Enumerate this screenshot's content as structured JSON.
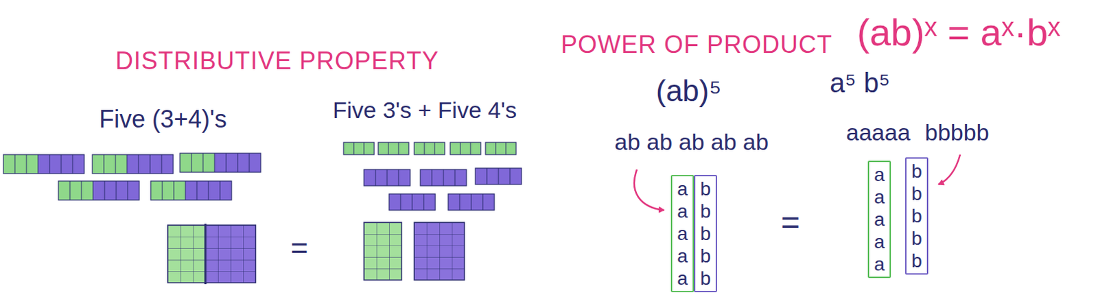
{
  "diagram": {
    "nodes": [
      {
        "text": [
          "a a a a a"
        ]
      },
      {
        "text": [
          "b b b b b"
        ]
      },
      {
        "text": [
          "a a a a a"
        ]
      },
      {
        "text": [
          "b b b b b"
        ]
      }
    ],
    "labels": [
      "DISTRIBUTIVE PROPERTY",
      "Five (3+4)'s",
      "=",
      "Five 3's + Five 4's",
      "POWER OF PRODUCT",
      "(ab)ˣ = aˣ·bˣ",
      "(ab)⁵",
      "a⁵ b⁵",
      "ab ab ab ab ab",
      "aaaaa",
      "bbbbb",
      "="
    ]
  }
}
